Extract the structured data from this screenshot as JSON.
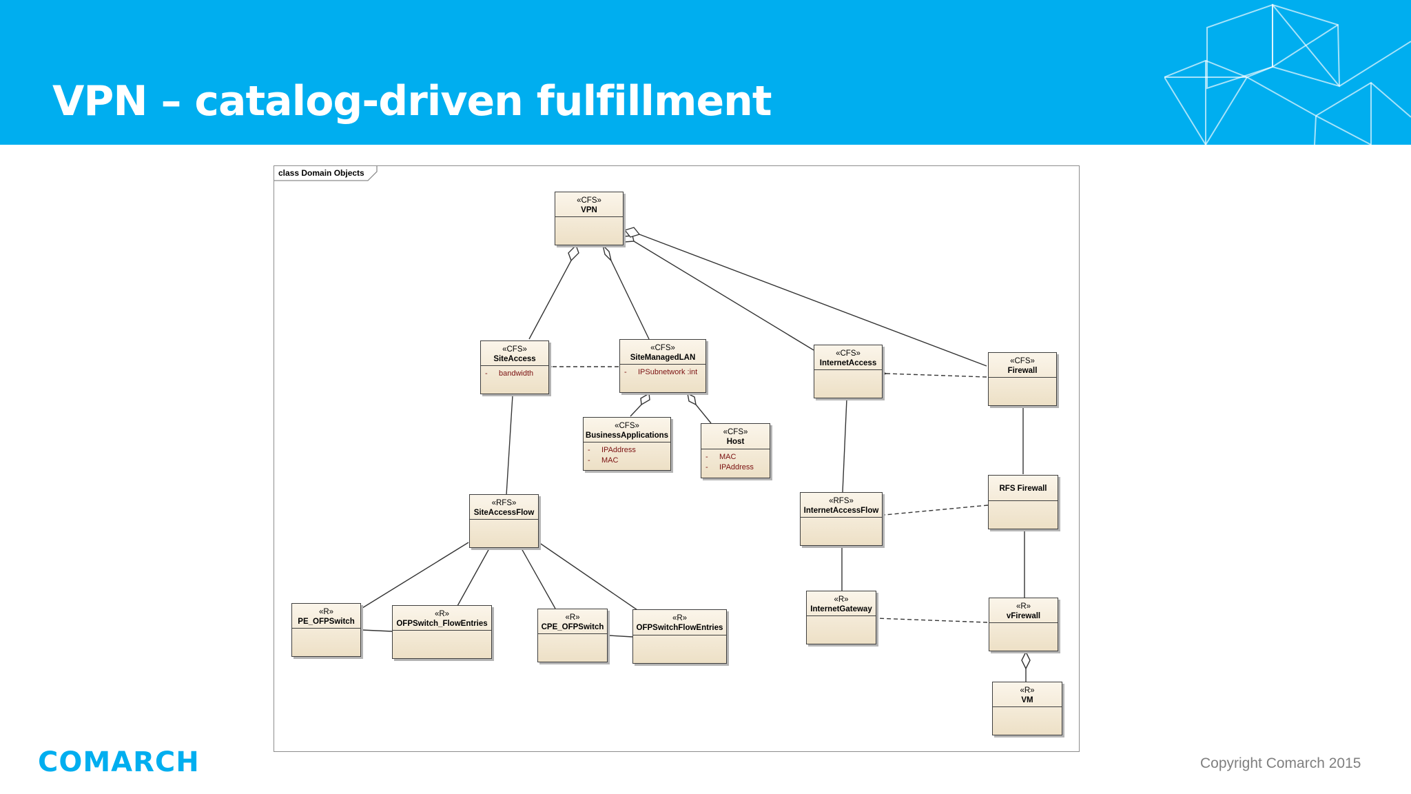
{
  "slide": {
    "title": "VPN – catalog-driven fulfillment",
    "logo": "COMARCH",
    "copyright": "Copyright Comarch 2015",
    "accent_color": "#00aeef"
  },
  "diagram": {
    "frame_label": "class Domain Objects",
    "nodes": [
      {
        "id": "vpn",
        "stereotype": "«CFS»",
        "name": "VPN",
        "attributes": []
      },
      {
        "id": "site-access",
        "stereotype": "«CFS»",
        "name": "SiteAccess",
        "attributes": [
          {
            "vis": "-",
            "text": "bandwidth"
          }
        ]
      },
      {
        "id": "site-managed-lan",
        "stereotype": "«CFS»",
        "name": "SiteManagedLAN",
        "attributes": [
          {
            "vis": "-",
            "text": "IPSubnetwork :int"
          }
        ]
      },
      {
        "id": "business-applications",
        "stereotype": "«CFS»",
        "name": "BusinessApplications",
        "attributes": [
          {
            "vis": "-",
            "text": "IPAddress"
          },
          {
            "vis": "-",
            "text": "MAC"
          }
        ]
      },
      {
        "id": "host",
        "stereotype": "«CFS»",
        "name": "Host",
        "attributes": [
          {
            "vis": "-",
            "text": "MAC"
          },
          {
            "vis": "-",
            "text": "IPAddress"
          }
        ]
      },
      {
        "id": "internet-access",
        "stereotype": "«CFS»",
        "name": "InternetAccess",
        "attributes": []
      },
      {
        "id": "firewall",
        "stereotype": "«CFS»",
        "name": "Firewall",
        "attributes": []
      },
      {
        "id": "site-access-flow",
        "stereotype": "«RFS»",
        "name": "SiteAccessFlow",
        "attributes": []
      },
      {
        "id": "internet-access-flow",
        "stereotype": "«RFS»",
        "name": "InternetAccessFlow",
        "attributes": []
      },
      {
        "id": "rfs-firewall",
        "stereotype": "",
        "name": "RFS Firewall",
        "attributes": []
      },
      {
        "id": "pe-ofpswitch",
        "stereotype": "«R»",
        "name": "PE_OFPSwitch",
        "attributes": []
      },
      {
        "id": "ofpswitch-flowentries",
        "stereotype": "«R»",
        "name": "OFPSwitch_FlowEntries",
        "attributes": []
      },
      {
        "id": "cpe-ofpswitch",
        "stereotype": "«R»",
        "name": "CPE_OFPSwitch",
        "attributes": []
      },
      {
        "id": "ofpswitchflowentries",
        "stereotype": "«R»",
        "name": "OFPSwitchFlowEntries",
        "attributes": []
      },
      {
        "id": "internet-gateway",
        "stereotype": "«R»",
        "name": "InternetGateway",
        "attributes": []
      },
      {
        "id": "vfirewall",
        "stereotype": "«R»",
        "name": "vFirewall",
        "attributes": []
      },
      {
        "id": "vm",
        "stereotype": "«R»",
        "name": "VM",
        "attributes": []
      }
    ],
    "relations": [
      {
        "from": "vpn",
        "to": "site-access",
        "kind": "aggregation"
      },
      {
        "from": "vpn",
        "to": "site-managed-lan",
        "kind": "aggregation"
      },
      {
        "from": "vpn",
        "to": "internet-access",
        "kind": "aggregation"
      },
      {
        "from": "vpn",
        "to": "firewall",
        "kind": "aggregation"
      },
      {
        "from": "site-managed-lan",
        "to": "site-access",
        "kind": "dependency"
      },
      {
        "from": "site-managed-lan",
        "to": "business-applications",
        "kind": "aggregation"
      },
      {
        "from": "site-managed-lan",
        "to": "host",
        "kind": "aggregation"
      },
      {
        "from": "firewall",
        "to": "internet-access",
        "kind": "dependency"
      },
      {
        "from": "site-access",
        "to": "site-access-flow",
        "kind": "association"
      },
      {
        "from": "internet-access",
        "to": "internet-access-flow",
        "kind": "association"
      },
      {
        "from": "firewall",
        "to": "rfs-firewall",
        "kind": "association"
      },
      {
        "from": "rfs-firewall",
        "to": "internet-access-flow",
        "kind": "dependency"
      },
      {
        "from": "site-access-flow",
        "to": "pe-ofpswitch",
        "kind": "association"
      },
      {
        "from": "site-access-flow",
        "to": "ofpswitch-flowentries",
        "kind": "association"
      },
      {
        "from": "site-access-flow",
        "to": "cpe-ofpswitch",
        "kind": "association"
      },
      {
        "from": "site-access-flow",
        "to": "ofpswitchflowentries",
        "kind": "association"
      },
      {
        "from": "pe-ofpswitch",
        "to": "ofpswitch-flowentries",
        "kind": "association"
      },
      {
        "from": "cpe-ofpswitch",
        "to": "ofpswitchflowentries",
        "kind": "association"
      },
      {
        "from": "internet-access-flow",
        "to": "internet-gateway",
        "kind": "association"
      },
      {
        "from": "rfs-firewall",
        "to": "vfirewall",
        "kind": "association"
      },
      {
        "from": "vfirewall",
        "to": "internet-gateway",
        "kind": "dependency"
      },
      {
        "from": "vfirewall",
        "to": "vm",
        "kind": "aggregation"
      }
    ]
  }
}
